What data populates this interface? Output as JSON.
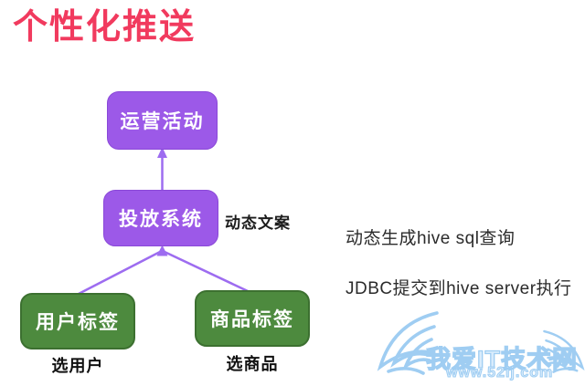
{
  "title": "个性化推送",
  "colors": {
    "title_text": "#f13a5e",
    "purple_node": "#9c59e8",
    "purple_node_border": "#8a48d8",
    "green_node": "#4d8a3e",
    "green_node_border": "#3c7030",
    "arrow_line": "#9d6cf0",
    "watermark_blue": "#9fcdf2",
    "node_text": "#ffffff",
    "body_text": "#2b2b2b"
  },
  "diagram": {
    "nodes": [
      {
        "id": "operation-activity",
        "label": "运营活动",
        "type": "purple"
      },
      {
        "id": "delivery-system",
        "label": "投放系统",
        "type": "purple"
      },
      {
        "id": "user-tags",
        "label": "用户标签",
        "type": "green"
      },
      {
        "id": "product-tags",
        "label": "商品标签",
        "type": "green"
      }
    ],
    "edges": [
      {
        "from": "delivery-system",
        "to": "operation-activity",
        "arrow": "up"
      },
      {
        "from": "user-tags",
        "to": "delivery-system",
        "arrow": "up"
      },
      {
        "from": "product-tags",
        "to": "delivery-system",
        "arrow": "up"
      }
    ],
    "annotations": {
      "delivery_side": "动态文案",
      "under_user_tags": "选用户",
      "under_product_tags": "选商品"
    }
  },
  "notes": [
    "动态生成hive sql查询",
    "JDBC提交到hive server执行"
  ],
  "watermark": {
    "site_name": "我爱IT技术网",
    "site_url": "www.52ij.com"
  }
}
